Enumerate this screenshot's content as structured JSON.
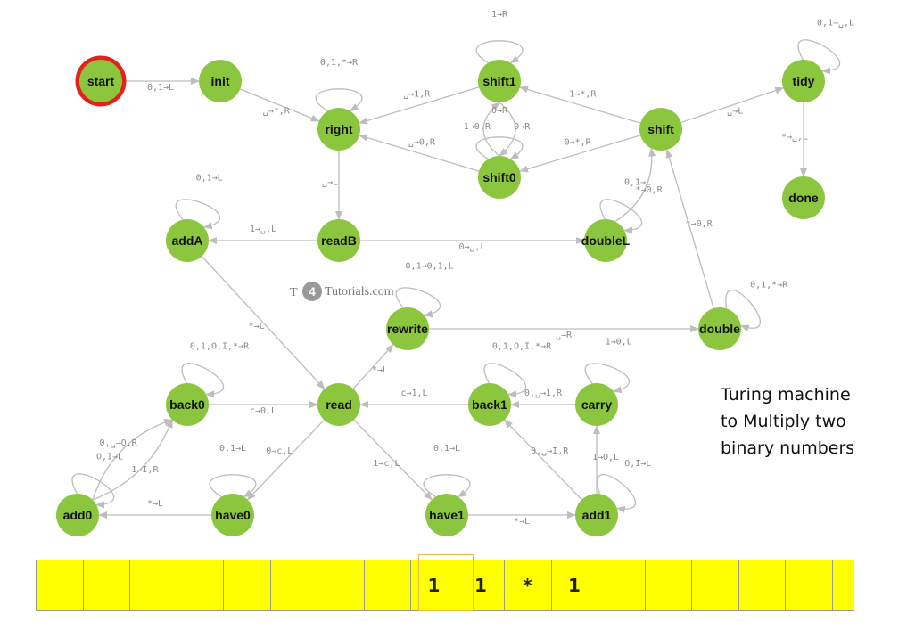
{
  "states": [
    {
      "id": "start",
      "label": "start",
      "initial": true
    },
    {
      "id": "init",
      "label": "init"
    },
    {
      "id": "right",
      "label": "right"
    },
    {
      "id": "shift1",
      "label": "shift1"
    },
    {
      "id": "shift0",
      "label": "shift0"
    },
    {
      "id": "shift",
      "label": "shift"
    },
    {
      "id": "tidy",
      "label": "tidy"
    },
    {
      "id": "done",
      "label": "done"
    },
    {
      "id": "addA",
      "label": "addA"
    },
    {
      "id": "readB",
      "label": "readB"
    },
    {
      "id": "doubleL",
      "label": "doubleL"
    },
    {
      "id": "rewrite",
      "label": "rewrite"
    },
    {
      "id": "double",
      "label": "double"
    },
    {
      "id": "back0",
      "label": "back0"
    },
    {
      "id": "read",
      "label": "read"
    },
    {
      "id": "back1",
      "label": "back1"
    },
    {
      "id": "carry",
      "label": "carry"
    },
    {
      "id": "add0",
      "label": "add0"
    },
    {
      "id": "have0",
      "label": "have0"
    },
    {
      "id": "have1",
      "label": "have1"
    },
    {
      "id": "add1",
      "label": "add1"
    }
  ],
  "transitions": [
    {
      "from": "start",
      "to": "init",
      "label": "0,1→L"
    },
    {
      "from": "init",
      "to": "right",
      "label": "␣→*,R"
    },
    {
      "from": "right",
      "to": "right",
      "label": "0,1,*→R"
    },
    {
      "from": "right",
      "to": "readB",
      "label": "␣→L"
    },
    {
      "from": "shift1",
      "to": "shift1",
      "label": "1→R"
    },
    {
      "from": "shift1",
      "to": "right",
      "label": "␣→1,R"
    },
    {
      "from": "shift1",
      "to": "shift0",
      "label": "0→R"
    },
    {
      "from": "shift0",
      "to": "shift1",
      "label": "1→0,R"
    },
    {
      "from": "shift0",
      "to": "shift0",
      "label": "0→R"
    },
    {
      "from": "shift0",
      "to": "right",
      "label": "␣→0,R"
    },
    {
      "from": "shift",
      "to": "shift1",
      "label": "1→*,R"
    },
    {
      "from": "shift",
      "to": "shift0",
      "label": "0→*,R"
    },
    {
      "from": "shift",
      "to": "tidy",
      "label": "␣→L"
    },
    {
      "from": "tidy",
      "to": "tidy",
      "label": "0,1→␣,L"
    },
    {
      "from": "tidy",
      "to": "done",
      "label": "*→␣,L"
    },
    {
      "from": "addA",
      "to": "addA",
      "label": "0,1→L"
    },
    {
      "from": "readB",
      "to": "addA",
      "label": "1→␣,L"
    },
    {
      "from": "readB",
      "to": "doubleL",
      "label": "0→␣,L"
    },
    {
      "from": "doubleL",
      "to": "doubleL",
      "label": "0,1→L"
    },
    {
      "from": "doubleL",
      "to": "shift",
      "label": "*→0,R"
    },
    {
      "from": "addA",
      "to": "read",
      "label": "*→L"
    },
    {
      "from": "rewrite",
      "to": "rewrite",
      "label": "0,1→0,1,L"
    },
    {
      "from": "rewrite",
      "to": "double",
      "label": "␣→R"
    },
    {
      "from": "double",
      "to": "double",
      "label": "0,1,*→R"
    },
    {
      "from": "double",
      "to": "shift",
      "label": "*→0,R"
    },
    {
      "from": "read",
      "to": "rewrite",
      "label": "*→L"
    },
    {
      "from": "back0",
      "to": "back0",
      "label": "0,1,O,I,*→R"
    },
    {
      "from": "back0",
      "to": "read",
      "label": "c→0,L"
    },
    {
      "from": "back1",
      "to": "back1",
      "label": "0,1,O,I,*→R"
    },
    {
      "from": "back1",
      "to": "read",
      "label": "c→1,L"
    },
    {
      "from": "carry",
      "to": "carry",
      "label": "1→0,L"
    },
    {
      "from": "carry",
      "to": "back1",
      "label": "0,␣→1,R"
    },
    {
      "from": "read",
      "to": "have0",
      "label": "0→c,L"
    },
    {
      "from": "read",
      "to": "have1",
      "label": "1→c,L"
    },
    {
      "from": "have0",
      "to": "have0",
      "label": "0,1→L"
    },
    {
      "from": "have0",
      "to": "add0",
      "label": "*→L"
    },
    {
      "from": "add0",
      "to": "back0",
      "label": "0,␣→O,R"
    },
    {
      "from": "add0",
      "to": "back0",
      "label": "1→I,R"
    },
    {
      "from": "add0",
      "to": "add0",
      "label": "O,I→L"
    },
    {
      "from": "have1",
      "to": "have1",
      "label": "0,1→L"
    },
    {
      "from": "have1",
      "to": "add1",
      "label": "*→L"
    },
    {
      "from": "add1",
      "to": "add1",
      "label": "O,I→L"
    },
    {
      "from": "add1",
      "to": "back1",
      "label": "0,␣→I,R"
    },
    {
      "from": "add1",
      "to": "carry",
      "label": "1→O,L"
    }
  ],
  "logo": {
    "text": "Tutorials.com",
    "mark": "T 4"
  },
  "caption": [
    "Turing machine",
    "to Multiply two",
    "binary numbers"
  ],
  "tape": {
    "cells": [
      "",
      "",
      "",
      "",
      "",
      "",
      "",
      "",
      "1",
      "1",
      "*",
      "1",
      "",
      "",
      "",
      "",
      "",
      ""
    ],
    "head_index": 8
  },
  "colors": {
    "node_fill": "#8cc63f",
    "initial_ring": "#e3221c",
    "edge": "#bdbdbd",
    "tape": "#ffff00",
    "head": "#e8b84a"
  }
}
